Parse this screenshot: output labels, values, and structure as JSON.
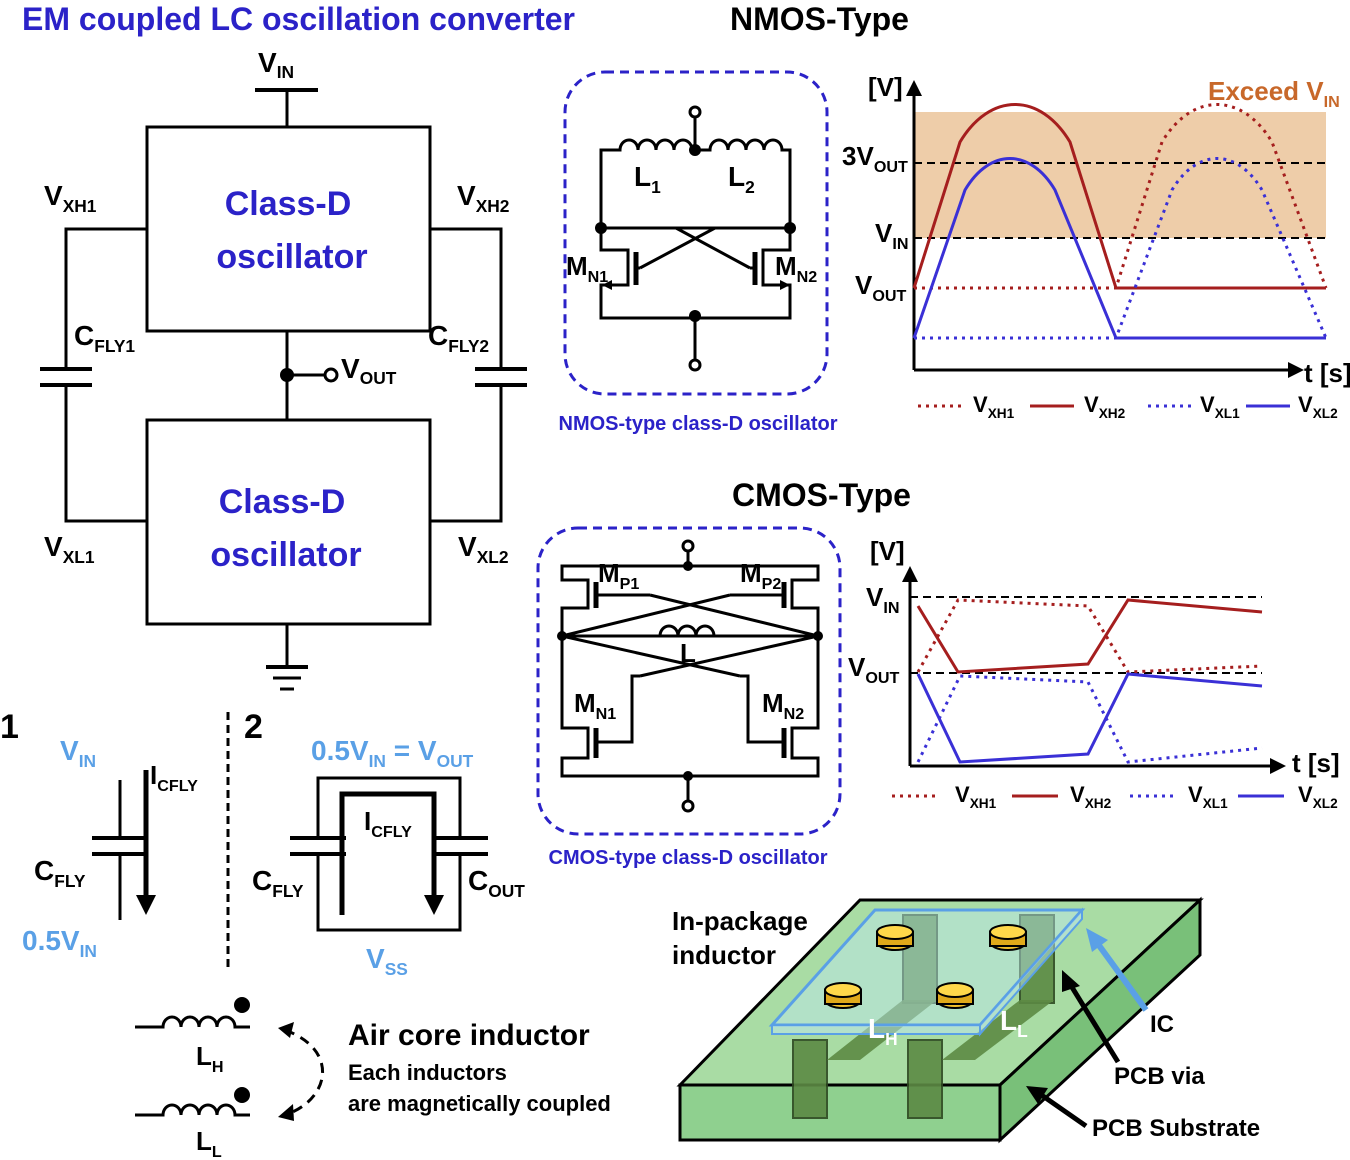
{
  "title": "EM coupled LC oscillation converter",
  "vin": "V",
  "vin_sub": "IN",
  "vout": "V",
  "vout_sub": "OUT",
  "class_d": [
    "Class-D",
    "oscillator"
  ],
  "nodes": {
    "xh1": "V",
    "xh1_sub": "XH1",
    "xh2": "V",
    "xh2_sub": "XH2",
    "xl1": "V",
    "xl1_sub": "XL1",
    "xl2": "V",
    "xl2_sub": "XL2",
    "cfly1": "C",
    "cfly1_sub": "FLY1",
    "cfly2": "C",
    "cfly2_sub": "FLY2"
  },
  "nmos": {
    "title": "NMOS-Type",
    "caption": "NMOS-type class-D oscillator",
    "l1": "L",
    "l1_sub": "1",
    "l2": "L",
    "l2_sub": "2",
    "mn1": "M",
    "mn1_sub": "N1",
    "mn2": "M",
    "mn2_sub": "N2"
  },
  "cmos": {
    "title": "CMOS-Type",
    "caption": "CMOS-type class-D oscillator",
    "mp1": "M",
    "mp1_sub": "P1",
    "mp2": "M",
    "mp2_sub": "P2",
    "mn1": "M",
    "mn1_sub": "N1",
    "mn2": "M",
    "mn2_sub": "N2",
    "l": "L"
  },
  "colors": {
    "blue_text": "#2b22c8",
    "light_blue": "#5aa0e6",
    "orange_text": "#c8682a",
    "shade": "#eecda9",
    "trace_red": "#a51e1e",
    "trace_blue": "#3a30d6",
    "pcb_green": "#8fd08f"
  },
  "chart_data": [
    {
      "type": "line",
      "title": "NMOS-Type",
      "ylabel": "[V]",
      "xlabel": "t [s]",
      "y_ticks": [
        "3V_OUT",
        "V_IN",
        "V_OUT"
      ],
      "shaded_region": {
        "label": "Exceed V_IN",
        "from": "V_IN",
        "to": "above 3V_OUT"
      },
      "legend": [
        "V_XH1",
        "V_XH2",
        "V_XL1",
        "V_XL2"
      ],
      "series": [
        {
          "name": "V_XH1",
          "style": "dotted",
          "color": "#a51e1e",
          "shape": "flat at V_OUT, then half-sine peaking above 3V_OUT"
        },
        {
          "name": "V_XH2",
          "style": "solid",
          "color": "#a51e1e",
          "shape": "half-sine peaking above 3V_OUT, then flat at V_OUT"
        },
        {
          "name": "V_XL1",
          "style": "dotted",
          "color": "#3a30d6",
          "shape": "flat at 0, then half-sine peaking at 3V_OUT"
        },
        {
          "name": "V_XL2",
          "style": "solid",
          "color": "#3a30d6",
          "shape": "half-sine peaking at 3V_OUT, then flat at 0"
        }
      ]
    },
    {
      "type": "line",
      "title": "CMOS-Type",
      "ylabel": "[V]",
      "xlabel": "t [s]",
      "y_ticks": [
        "V_IN",
        "V_OUT"
      ],
      "legend": [
        "V_XH1",
        "V_XH2",
        "V_XL1",
        "V_XL2"
      ],
      "series": [
        {
          "name": "V_XH1",
          "style": "dotted",
          "color": "#a51e1e",
          "shape": "swings between V_OUT and V_IN"
        },
        {
          "name": "V_XH2",
          "style": "solid",
          "color": "#a51e1e",
          "shape": "swings between V_IN and V_OUT"
        },
        {
          "name": "V_XL1",
          "style": "dotted",
          "color": "#3a30d6",
          "shape": "swings between 0 and V_OUT"
        },
        {
          "name": "V_XL2",
          "style": "solid",
          "color": "#3a30d6",
          "shape": "swings between V_OUT and 0"
        }
      ]
    }
  ],
  "ylabel": "[V]",
  "xlabel": "t [s]",
  "exceed": "Exceed V",
  "exceed_sub": "IN",
  "three_vout": "3V",
  "legend": {
    "xh1": "XH1",
    "xh2": "XH2",
    "xl1": "XL1",
    "xl2": "XL2",
    "v": "V"
  },
  "phase1": {
    "num": "1",
    "top": "V",
    "top_sub": "IN",
    "bottom": "0.5V",
    "bottom_sub": "IN",
    "current": "I",
    "current_sub": "CFLY",
    "cap": "C",
    "cap_sub": "FLY"
  },
  "phase2": {
    "num": "2",
    "top": "0.5V",
    "top_sub": "IN",
    "top_eq": " = V",
    "top_eq_sub": "OUT",
    "current": "I",
    "current_sub": "CFLY",
    "cfly": "C",
    "cfly_sub": "FLY",
    "cout": "C",
    "cout_sub": "OUT",
    "vss": "V",
    "vss_sub": "SS"
  },
  "inductor": {
    "lh": "L",
    "lh_sub": "H",
    "ll": "L",
    "ll_sub": "L",
    "title": "Air core inductor",
    "line1": "Each inductors",
    "line2": "are magnetically coupled"
  },
  "package": {
    "label1": "In-package",
    "label2": "inductor",
    "ic": "IC",
    "via": "PCB via",
    "substrate": "PCB Substrate",
    "lh": "L",
    "lh_sub": "H",
    "ll": "L",
    "ll_sub": "L"
  }
}
